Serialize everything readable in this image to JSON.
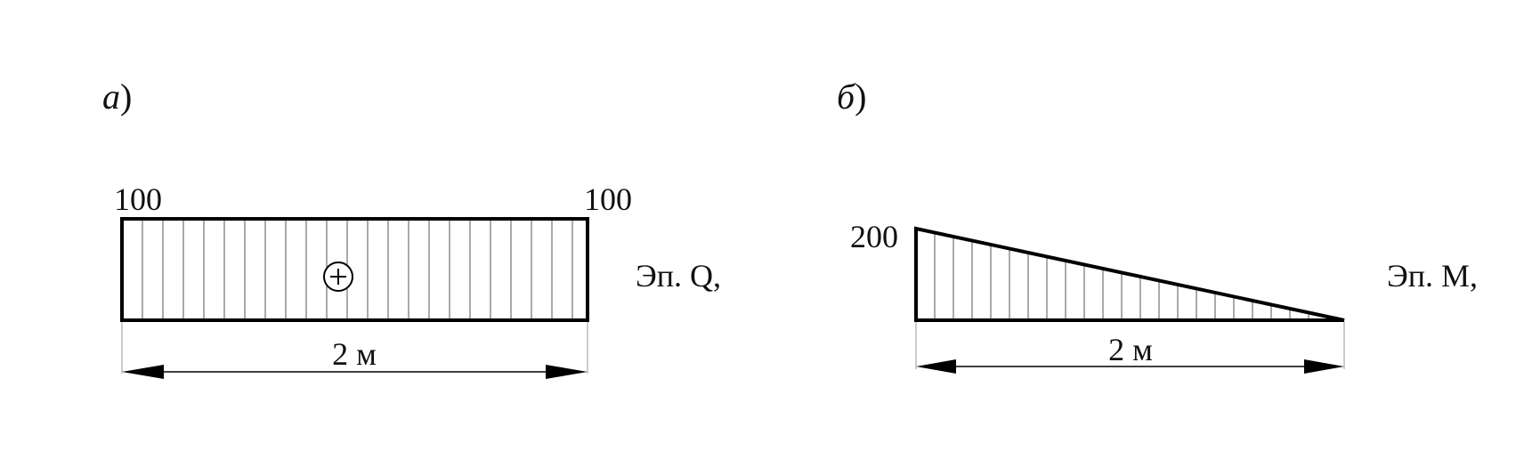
{
  "panel_a": {
    "label": "а)",
    "value_left": "100",
    "value_right": "100",
    "sign": "+",
    "length": "2 м",
    "title": "Эп. Q,"
  },
  "panel_b": {
    "label": "б)",
    "value_left": "200",
    "length": "2 м",
    "title": "Эп. M,"
  },
  "colors": {
    "stroke": "#000000",
    "hatch": "#555555",
    "text": "#111111"
  }
}
